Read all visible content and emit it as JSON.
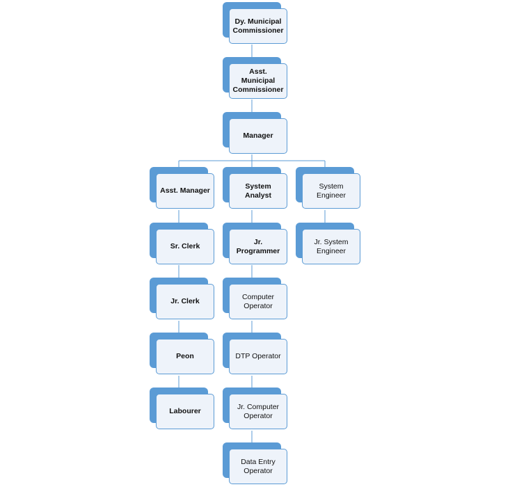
{
  "chart": {
    "nodes": {
      "dy_municipal_commissioner": "Dy. Municipal Commissioner",
      "asst_municipal_commissioner": "Asst. Municipal Commissioner",
      "manager": "Manager",
      "asst_manager": "Asst. Manager",
      "system_analyst": "System Analyst",
      "system_engineer": "System Engineer",
      "sr_clerk": "Sr. Clerk",
      "jr_programmer": "Jr. Programmer",
      "jr_system_engineer": "Jr. System Engineer",
      "jr_clerk": "Jr. Clerk",
      "computer_operator": "Computer Operator",
      "peon": "Peon",
      "dtp_operator": "DTP Operator",
      "labourer": "Labourer",
      "jr_computer_operator": "Jr. Computer Operator",
      "data_entry_operator": "Data Entry Operator"
    },
    "colors": {
      "accent": "#5b9bd5",
      "box_fill": "#eef3fa",
      "line": "#5b9bd5"
    }
  }
}
